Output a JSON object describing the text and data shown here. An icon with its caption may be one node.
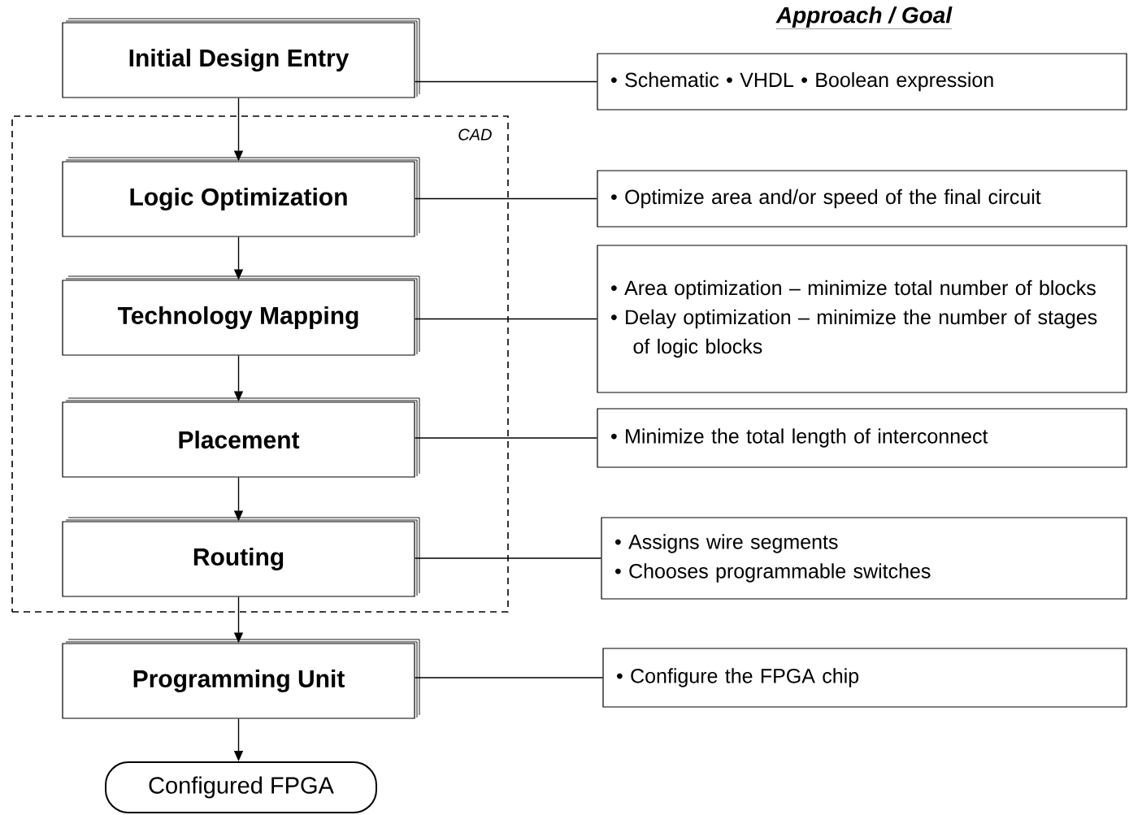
{
  "diagram": {
    "nodes": [
      {
        "text": [
          "CAD"
        ]
      },
      {
        "text": [
          "Initial Design Entry"
        ]
      },
      {
        "text": [
          "Logic Optimization"
        ],
        "in": 0
      },
      {
        "text": [
          "Technology Mapping"
        ],
        "in": 0
      },
      {
        "text": [
          "Placement"
        ],
        "in": 0
      },
      {
        "text": [
          "Routing"
        ],
        "in": 0
      },
      {
        "text": [
          "Programming Unit"
        ]
      },
      {
        "text": [
          "Configured FPGA"
        ]
      },
      {
        "text": [
          "• Schematic  • VHDL  • Boolean expression"
        ]
      },
      {
        "text": [
          "• Optimize area and/or speed of the final circuit"
        ]
      },
      {
        "text": [
          "• Area optimization – minimize total number of blocks",
          "• Delay optimization – minimize the number of stages of logic blocks"
        ]
      },
      {
        "text": [
          "• Minimize the total length of interconnect"
        ]
      },
      {
        "text": [
          "• Assigns wire segments",
          "• Chooses programmable switches"
        ]
      },
      {
        "text": [
          "• Configure the FPGA chip"
        ]
      }
    ],
    "edges": [
      {
        "from": 1,
        "to": 2,
        "arrow": "to"
      },
      {
        "from": 2,
        "to": 3,
        "arrow": "to"
      },
      {
        "from": 3,
        "to": 4,
        "arrow": "to"
      },
      {
        "from": 4,
        "to": 5,
        "arrow": "to"
      },
      {
        "from": 5,
        "to": 6,
        "arrow": "to"
      },
      {
        "from": 6,
        "to": 7,
        "arrow": "to"
      },
      {
        "from": 1,
        "to": 8,
        "arrow": "none"
      },
      {
        "from": 2,
        "to": 9,
        "arrow": "none"
      },
      {
        "from": 3,
        "to": 10,
        "arrow": "none"
      },
      {
        "from": 4,
        "to": 11,
        "arrow": "none"
      },
      {
        "from": 5,
        "to": 12,
        "arrow": "none"
      },
      {
        "from": 6,
        "to": 13,
        "arrow": "none"
      }
    ],
    "labels": [
      "Approach / Goal"
    ]
  }
}
